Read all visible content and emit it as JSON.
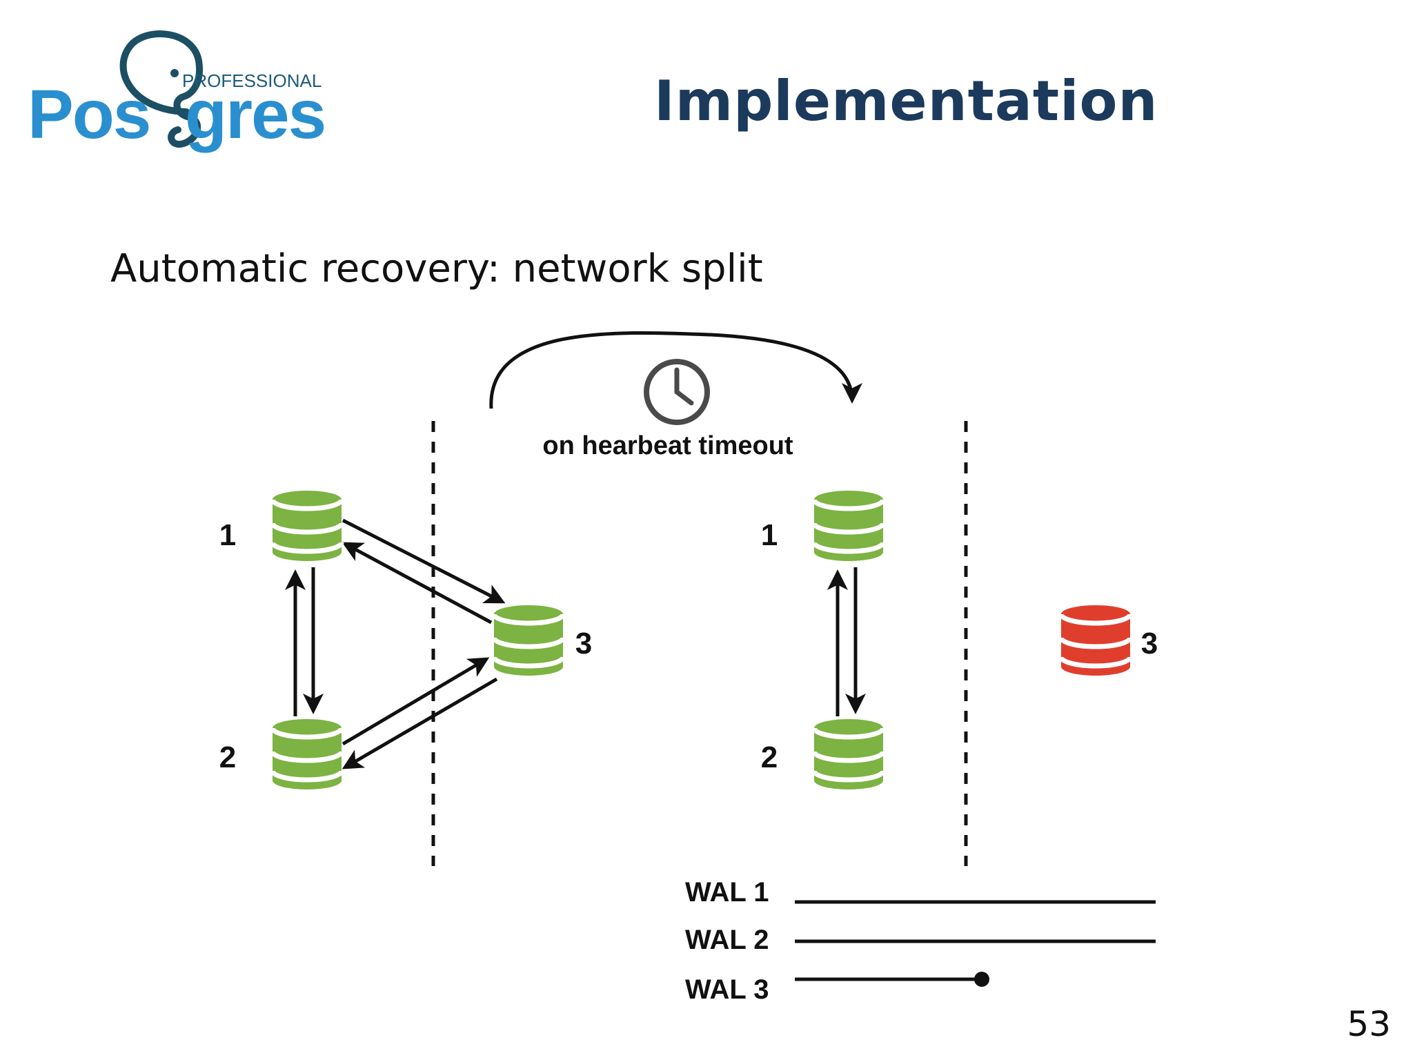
{
  "logo": {
    "brand": "Postgres",
    "tagline": "PROFESSIONAL"
  },
  "slide": {
    "title": "Implementation",
    "subtitle": "Automatic recovery: network split",
    "page_number": "53"
  },
  "diagram": {
    "timeout_label": "on hearbeat timeout",
    "colors": {
      "healthy": "#7cb342",
      "failed": "#e03e2d",
      "line": "#111111",
      "clock": "#4a4a4a"
    },
    "before": {
      "nodes": [
        "1",
        "2",
        "3"
      ]
    },
    "after": {
      "nodes": [
        "1",
        "2",
        "3"
      ],
      "failed_node": "3"
    },
    "wal": [
      {
        "label": "WAL 1",
        "state": "complete"
      },
      {
        "label": "WAL 2",
        "state": "complete"
      },
      {
        "label": "WAL 3",
        "state": "truncated"
      }
    ]
  }
}
